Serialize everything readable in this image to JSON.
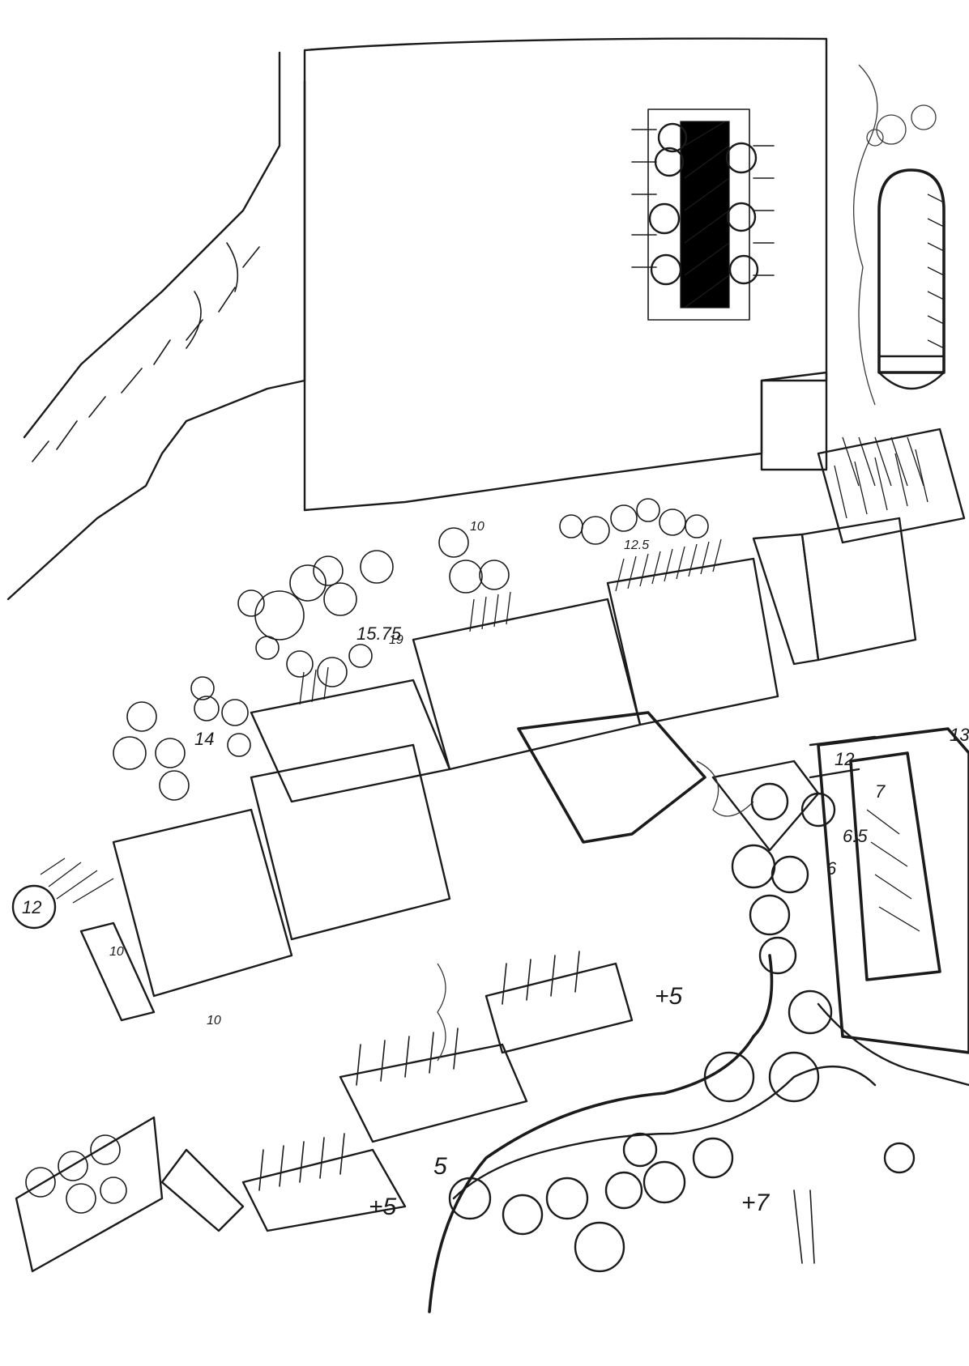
{
  "drawing": {
    "ink_color": "#1b1b1b",
    "paper_color": "#ffffff"
  },
  "labels": {
    "plus5_right": "+5",
    "plus5_bottom": "+5",
    "plus7": "+7",
    "five": "5",
    "twelve_circled": "12",
    "twelve_box": "12",
    "thirteen": "13",
    "seven": "7",
    "six_point_five": "6.5",
    "six": "6",
    "fourteen": "14",
    "fifteen_seventy_five": "15.75",
    "twelve_point_five": "12.5",
    "ten_bottom": "10",
    "ten_left": "10",
    "ten_top": "10",
    "nineteen": "19"
  }
}
